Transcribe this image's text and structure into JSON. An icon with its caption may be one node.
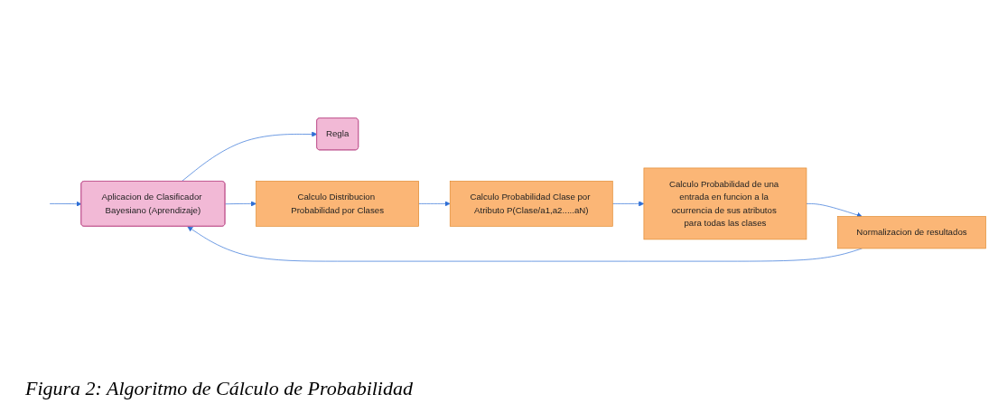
{
  "diagram": {
    "caption": "Figura 2: Algoritmo de Cálculo de Probabilidad",
    "nodes": [
      {
        "text": [
          "Aplicacion de Clasificador Bayesiano (Aprendizaje)"
        ]
      },
      {
        "text": [
          "Regla"
        ]
      },
      {
        "text": [
          "Calculo Distribucion Probabilidad por Clases"
        ]
      },
      {
        "text": [
          "Calculo Probabilidad Clase por Atributo P(Clase/a1,a2.....aN)"
        ]
      },
      {
        "text": [
          "Calculo Probabilidad de una entrada en funcion a la ocurrencia de sus atributos para todas las clases"
        ]
      },
      {
        "text": [
          "Normalizacion de resultados"
        ]
      }
    ],
    "edges": [
      {
        "from": null,
        "to": 0,
        "arrow": "to"
      },
      {
        "from": 0,
        "to": 1,
        "arrow": "to"
      },
      {
        "from": 0,
        "to": 2,
        "arrow": "to"
      },
      {
        "from": 2,
        "to": 3,
        "arrow": "to"
      },
      {
        "from": 3,
        "to": 4,
        "arrow": "to"
      },
      {
        "from": 4,
        "to": 5,
        "arrow": "to"
      },
      {
        "from": 5,
        "to": 0,
        "arrow": "to"
      }
    ]
  }
}
